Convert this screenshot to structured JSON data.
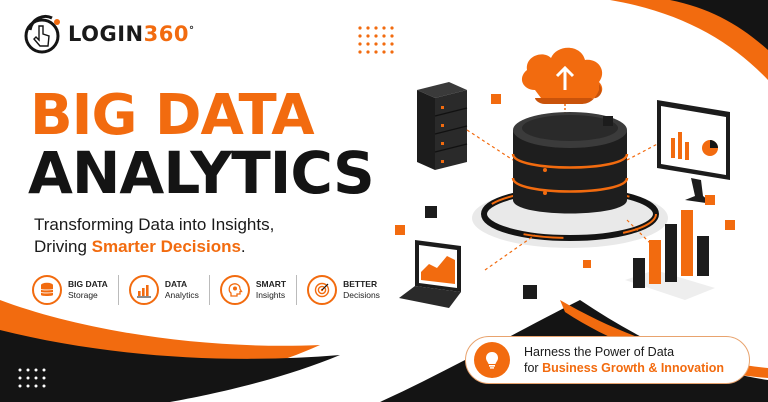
{
  "brand": {
    "name_prefix": "LOGIN",
    "name_number": "360",
    "degree": "°"
  },
  "headline": {
    "line1": "BIG DATA",
    "line2": "ANALYTICS"
  },
  "tagline": {
    "line1": "Transforming Data into Insights,",
    "line2_prefix": "Driving ",
    "line2_highlight": "Smarter Decisions",
    "line2_suffix": "."
  },
  "features": [
    {
      "icon": "database-icon",
      "bold": "BIG DATA",
      "sub": "Storage"
    },
    {
      "icon": "bar-chart-icon",
      "bold": "DATA",
      "sub": "Analytics"
    },
    {
      "icon": "brain-head-icon",
      "bold": "SMART",
      "sub": "Insights"
    },
    {
      "icon": "target-icon",
      "bold": "BETTER",
      "sub": "Decisions"
    }
  ],
  "cta": {
    "line1": "Harness the Power of Data",
    "line2_prefix": "for ",
    "line2_highlight": "Business Growth & Innovation",
    "icon": "lightbulb-icon"
  },
  "colors": {
    "accent": "#f26b0f",
    "dark": "#141414",
    "background": "#ffffff"
  }
}
